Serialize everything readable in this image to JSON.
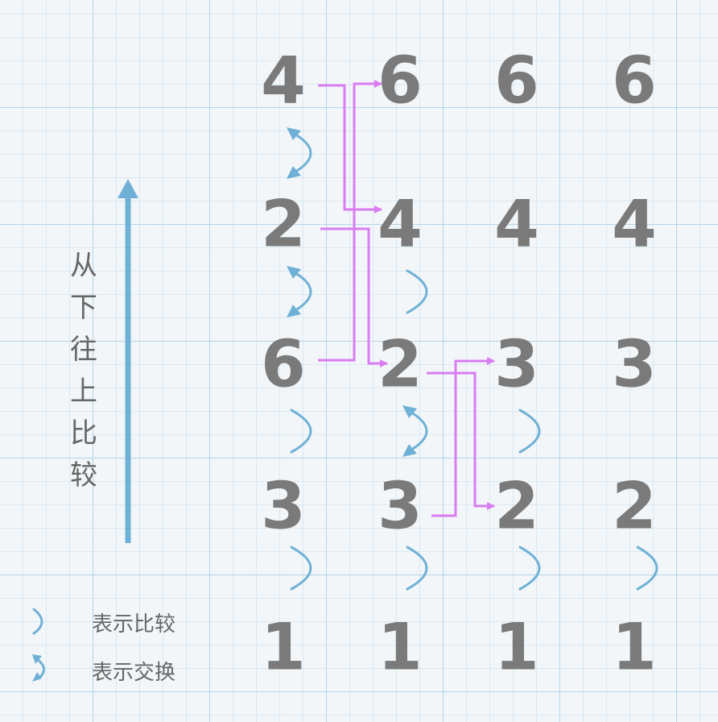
{
  "direction_label": "从\n下\n往\n上\n比\n较",
  "legend": {
    "compare_label": "表示比较",
    "swap_label": "表示交换"
  },
  "columns": [
    [
      "4",
      "2",
      "6",
      "3",
      "1"
    ],
    [
      "6",
      "4",
      "2",
      "3",
      "1"
    ],
    [
      "6",
      "4",
      "3",
      "2",
      "1"
    ],
    [
      "6",
      "4",
      "3",
      "2",
      "1"
    ]
  ],
  "compare_marks": [
    {
      "col": 0,
      "gap": 2,
      "kind": "compare"
    },
    {
      "col": 0,
      "gap": 3,
      "kind": "compare"
    },
    {
      "col": 0,
      "gap": 1,
      "kind": "swap"
    },
    {
      "col": 0,
      "gap": 0,
      "kind": "swap"
    },
    {
      "col": 1,
      "gap": 3,
      "kind": "compare"
    },
    {
      "col": 1,
      "gap": 2,
      "kind": "swap"
    },
    {
      "col": 1,
      "gap": 1,
      "kind": "compare"
    },
    {
      "col": 2,
      "gap": 3,
      "kind": "compare"
    },
    {
      "col": 2,
      "gap": 2,
      "kind": "compare"
    },
    {
      "col": 3,
      "gap": 3,
      "kind": "compare"
    }
  ],
  "colors": {
    "digit": "#7a7a7a",
    "mark": "#6fb1d6",
    "move": "#d97cf2",
    "label": "#666666"
  }
}
